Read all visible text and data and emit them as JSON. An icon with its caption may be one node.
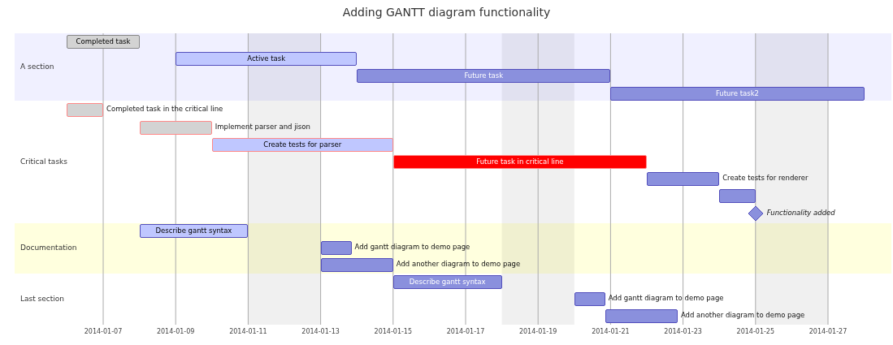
{
  "diagram": {
    "title": "Adding GANTT diagram functionality",
    "nodes": [
      {
        "text": [
          "A section"
        ]
      },
      {
        "text": [
          "Completed task"
        ],
        "in": 0
      },
      {
        "text": [
          "Active task"
        ],
        "in": 0
      },
      {
        "text": [
          "Future task"
        ],
        "in": 0
      },
      {
        "text": [
          "Future task2"
        ],
        "in": 0
      },
      {
        "text": [
          "Critical tasks"
        ]
      },
      {
        "text": [],
        "shape": "bar",
        "in": 5,
        "beside": [
          "Completed task in the critical line"
        ]
      },
      {
        "text": [],
        "shape": "bar",
        "in": 5,
        "beside": [
          "Implement parser and jison"
        ]
      },
      {
        "text": [
          "Create tests for parser"
        ],
        "in": 5
      },
      {
        "text": [
          "Future task in critical line"
        ],
        "in": 5
      },
      {
        "text": [],
        "shape": "bar",
        "in": 5,
        "beside": [
          "Create tests for renderer"
        ]
      },
      {
        "text": [],
        "shape": "bar",
        "in": 5
      },
      {
        "text": [],
        "shape": "diamond",
        "in": 5,
        "beside": [
          "Functionality added"
        ]
      },
      {
        "text": [
          "Documentation"
        ]
      },
      {
        "text": [
          "Describe gantt syntax"
        ],
        "in": 13
      },
      {
        "text": [],
        "shape": "bar",
        "in": 13,
        "beside": [
          "Add gantt diagram to demo page"
        ]
      },
      {
        "text": [],
        "shape": "bar",
        "in": 13,
        "beside": [
          "Add another diagram to demo page"
        ]
      },
      {
        "text": [
          "Last section"
        ]
      },
      {
        "text": [
          "Describe gantt syntax"
        ],
        "in": 17
      },
      {
        "text": [],
        "shape": "bar",
        "in": 17,
        "beside": [
          "Add gantt diagram to demo page"
        ]
      },
      {
        "text": [],
        "shape": "bar",
        "in": 17,
        "beside": [
          "Add another diagram to demo page"
        ]
      }
    ],
    "labels": [
      "2014-01-07",
      "2014-01-09",
      "2014-01-11",
      "2014-01-13",
      "2014-01-15",
      "2014-01-17",
      "2014-01-19",
      "2014-01-21",
      "2014-01-23",
      "2014-01-25",
      "2014-01-27"
    ]
  }
}
